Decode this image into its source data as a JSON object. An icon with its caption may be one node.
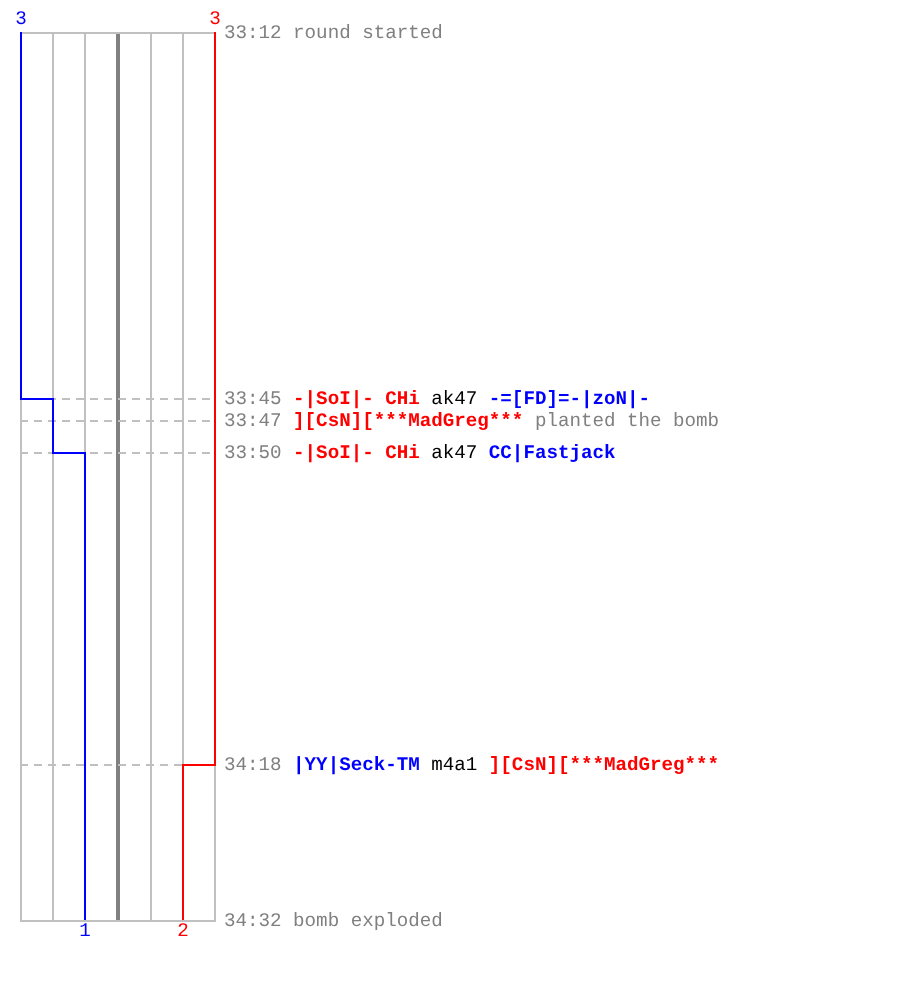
{
  "diagram": {
    "labels": [
      "3",
      "3",
      "33:12",
      "round started",
      "33:45",
      "-|SoI|- CHi",
      "ak47",
      "-=[FD]=-|zoN|-",
      "33:47",
      "][CsN][***MadGreg***",
      "planted the bomb",
      "33:50",
      "-|SoI|- CHi",
      "ak47",
      "CC|Fastjack",
      "34:18",
      "|YY|Seck-TM",
      "m4a1",
      "][CsN][***MadGreg***",
      "1",
      "2",
      "34:32",
      "bomb exploded"
    ]
  }
}
